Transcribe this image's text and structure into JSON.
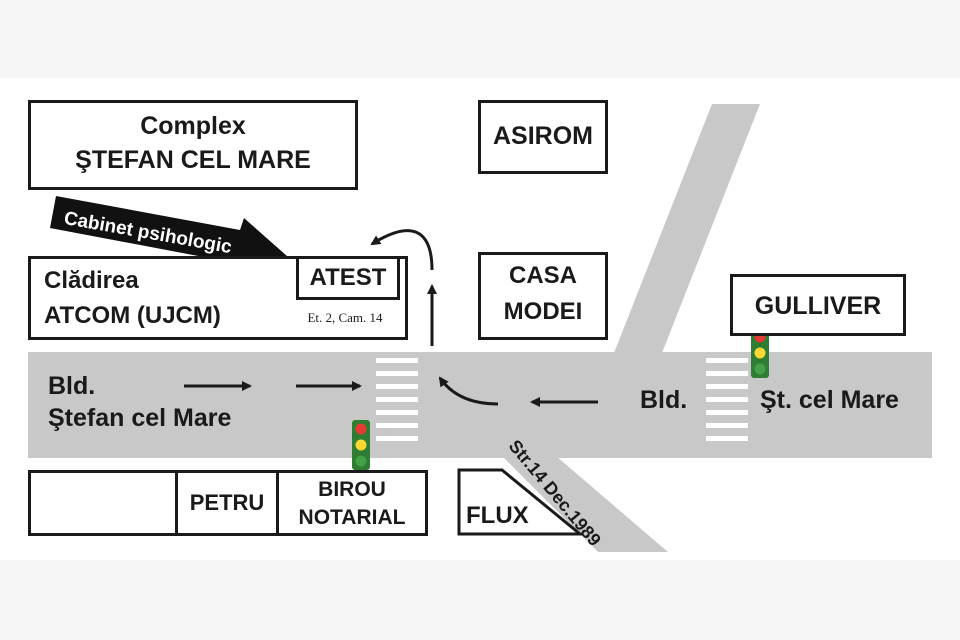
{
  "map": {
    "buildings": {
      "complex": {
        "line1": "Complex",
        "line2": "ŞTEFAN CEL MARE"
      },
      "asirom": {
        "label": "ASIROM"
      },
      "cladirea": {
        "line1": "Clădirea",
        "line2": "ATCOM (UJCM)"
      },
      "atest": {
        "label": "ATEST",
        "floor": "Et. 2, Cam. 14"
      },
      "casa_modei": {
        "line1": "CASA",
        "line2": "MODEI"
      },
      "gulliver": {
        "label": "GULLIVER"
      },
      "petru": {
        "label": "PETRU"
      },
      "birou_notarial": {
        "line1": "BIROU",
        "line2": "NOTARIAL"
      },
      "flux": {
        "label": "FLUX"
      }
    },
    "streets": {
      "blvd_left_line1": "Bld.",
      "blvd_left_line2": "Ştefan cel Mare",
      "blvd_right_part1": "Bld.",
      "blvd_right_part2": "Şt. cel Mare",
      "diagonal": "Str.14 Dec.1989"
    },
    "callout": {
      "label": "Cabinet psihologic"
    },
    "colors": {
      "road": "#c8c8c8",
      "outline": "#1a1a1a",
      "traffic_red": "#e53935",
      "traffic_yellow": "#fdd835",
      "traffic_green": "#43a047"
    }
  }
}
